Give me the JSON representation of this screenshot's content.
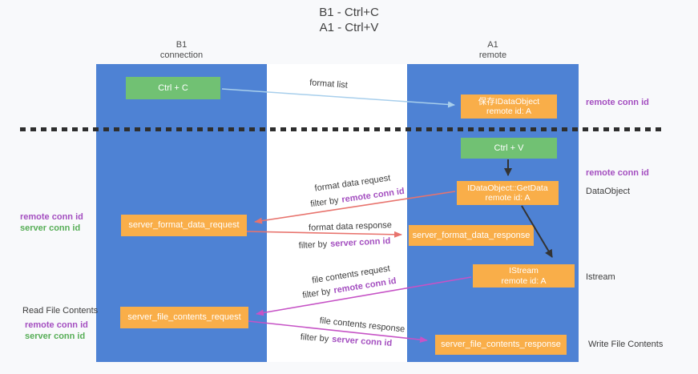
{
  "title": {
    "line1": "B1 - Ctrl+C",
    "line2": "A1 - Ctrl+V"
  },
  "columns": {
    "left": {
      "name": "B1",
      "role": "connection"
    },
    "right": {
      "name": "A1",
      "role": "remote"
    }
  },
  "nodes": {
    "ctrl_c": "Ctrl + C",
    "ctrl_v": "Ctrl + V",
    "save_idataobject_line1": "保存IDataObject",
    "save_idataobject_line2": "remote id: A",
    "getdata_line1": "IDataObject::GetData",
    "getdata_line2": "remote id: A",
    "istream_line1": "IStream",
    "istream_line2": "remote id: A",
    "server_format_data_request": "server_format_data_request",
    "server_format_data_response": "server_format_data_response",
    "server_file_contents_request": "server_file_contents_request",
    "server_file_contents_response": "server_file_contents_response"
  },
  "edge_labels": {
    "format_list": "format list",
    "format_data_request": "format data request",
    "format_data_response": "format data response",
    "file_contents_request": "file contents request",
    "file_contents_response": "file contents response",
    "filter_by": "filter by"
  },
  "side_labels": {
    "remote_conn_id": "remote conn id",
    "server_conn_id": "server conn id",
    "dataobject": "DataObject",
    "istream": "Istream",
    "read_file_contents": "Read File Contents",
    "write_file_contents": "Write File Contents"
  },
  "colors": {
    "column_blue": "#4e82d4",
    "box_green": "#71c173",
    "box_orange": "#f9ae49",
    "arrow_red": "#e8736d",
    "arrow_magenta": "#c653c6",
    "arrow_light_blue": "#a8cfec",
    "arrow_black": "#333333",
    "text_purple": "#a44fc0",
    "text_green": "#57ae57",
    "text_dark": "#3d3d3d"
  }
}
